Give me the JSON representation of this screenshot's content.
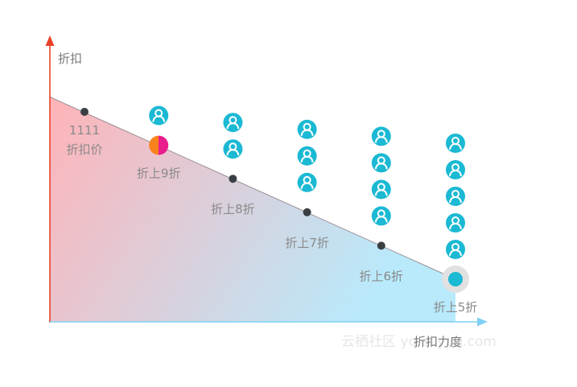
{
  "chart_data": {
    "type": "line",
    "y_axis_label": "折扣",
    "x_axis_label": "折扣力度",
    "watermark": "云栖社区 yq.aliyun.com",
    "colors": {
      "axis_y": "#e8432a",
      "axis_x": "#7fd0f5",
      "fill_start": "#ffb3b8",
      "fill_end": "#b8eafc",
      "point": "#3a3f44",
      "user_icon": "#1bb9d3",
      "highlight_a": "#f7831e",
      "highlight_b": "#e91e8c",
      "end_point": "#1bb9d3"
    },
    "x": [
      0,
      1,
      2,
      3,
      4,
      5
    ],
    "y": [
      10,
      9,
      8,
      7,
      6,
      5
    ],
    "users": [
      0,
      1,
      2,
      3,
      4,
      5
    ],
    "price_value": "1111",
    "point_labels": [
      "折扣价",
      "折上9折",
      "折上8折",
      "折上7折",
      "折上6折",
      "折上5折"
    ],
    "highlight_index": 1,
    "end_index": 5
  }
}
